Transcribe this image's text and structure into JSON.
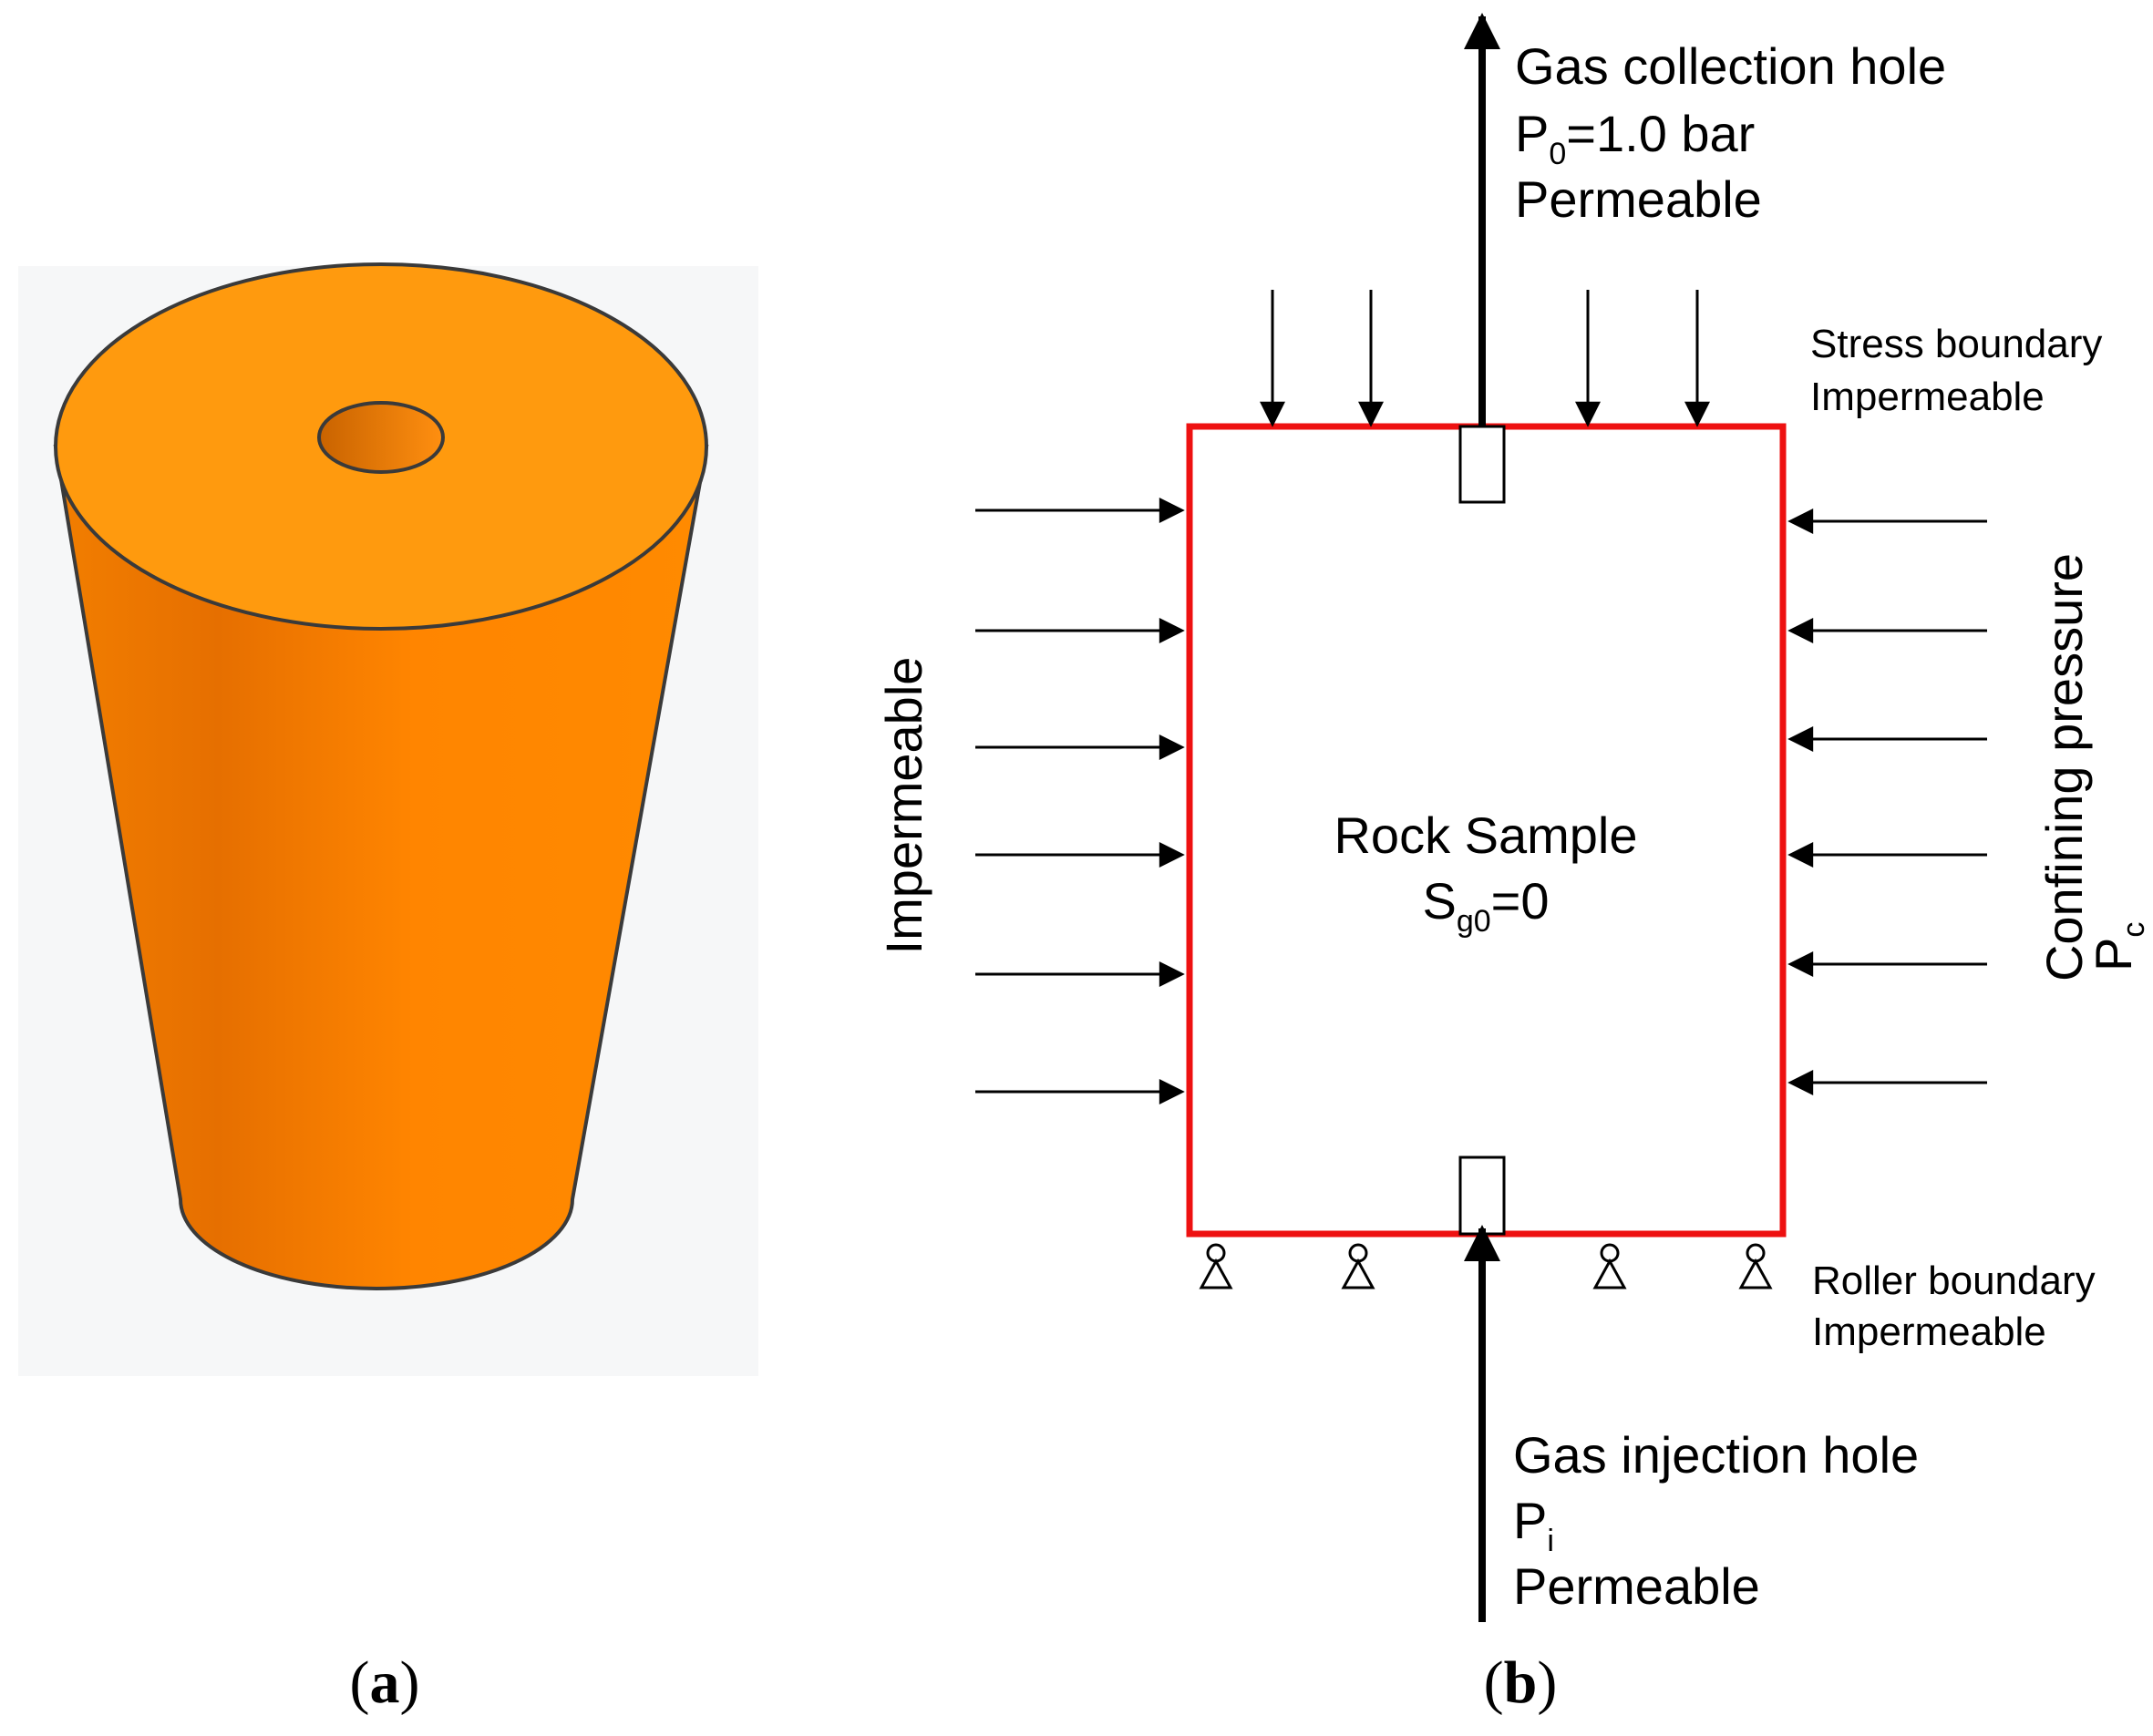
{
  "panel_a": {
    "label_a_open": "(",
    "label_a_letter": "a",
    "label_a_close": ")",
    "cylinder_color": "#ff8a00",
    "top_face_color": "#ff9a0e"
  },
  "panel_b": {
    "label_b_open": "(",
    "label_b_letter": "b",
    "label_b_close": ")",
    "boundary_color": "#ee1111",
    "top": {
      "title": "Gas collection hole",
      "pressure_symbol": "P",
      "pressure_subscript": "0",
      "pressure_value": "=1.0 bar",
      "permeability": "Permeable"
    },
    "bottom": {
      "title": "Gas injection hole",
      "pressure_symbol": "P",
      "pressure_subscript": "i",
      "permeability": "Permeable"
    },
    "top_right": {
      "line1": "Stress boundary",
      "line2": "Impermeable"
    },
    "bottom_right": {
      "line1": "Roller boundary",
      "line2": "Impermeable"
    },
    "left_label": "Impermeable",
    "right_label": {
      "line1": "Confining pressure",
      "symbol": "P",
      "subscript": "c"
    },
    "center": {
      "line1": "Rock Sample",
      "symbol": "S",
      "subscript": "g0",
      "value": "=0"
    }
  }
}
